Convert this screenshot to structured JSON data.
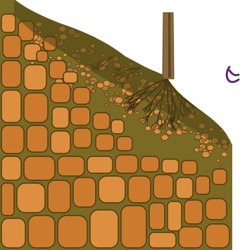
{
  "figure": {
    "type": "soil-profile-illustration",
    "palette": {
      "background": "#ffffff",
      "humus": "#6b5e22",
      "humus_dark": "#4f4416",
      "matrix": "#7a6a24",
      "rock": "#cc7a2e",
      "rock_light": "#dd8f3f",
      "rock_dark": "#a85f1e",
      "outline": "#4a3a12",
      "trunk": "#8a6a3c",
      "trunk_dark": "#5e4624",
      "root": "#3a2a12",
      "pebble": "#b07a3a",
      "glyph": "#5b2a6e"
    },
    "layers": [
      "humus-topsoil",
      "subsoil-pebbles",
      "fractured-bedrock"
    ],
    "elements": [
      "plant-stem",
      "root-system",
      "edge-glyph"
    ]
  }
}
